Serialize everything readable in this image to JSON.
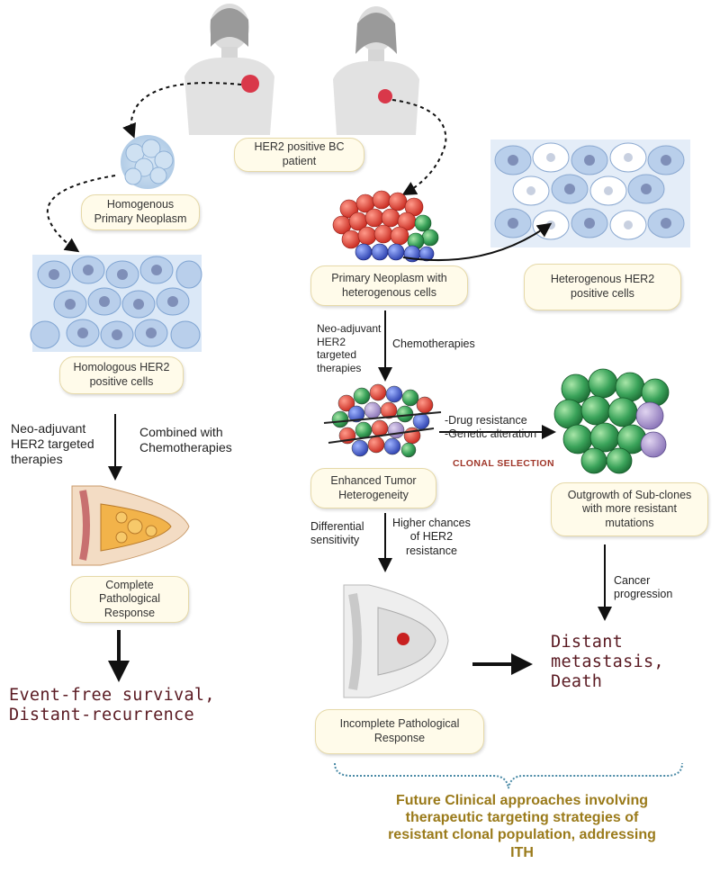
{
  "patient_label": "HER2 positive BC\npatient",
  "left": {
    "homogenous_neoplasm": "Homogenous\nPrimary Neoplasm",
    "homologous_cells": "Homologous HER2\npositive cells",
    "neoadjuvant_label": "Neo-adjuvant\nHER2 targeted\ntherapies",
    "combined_label": "Combined with\nChemotherapies",
    "complete_response": "Complete\nPathological\nResponse",
    "outcome": "Event-free survival,\nDistant-recurrence"
  },
  "right": {
    "primary_heterogenous": "Primary Neoplasm with\nheterogenous cells",
    "heterogenous_cells": "Heterogenous HER2\npositive cells",
    "neoadjuvant_label": "Neo-adjuvant\nHER2\ntargeted\ntherapies",
    "chemo_label": "Chemotherapies",
    "drug_resistance": "-Drug resistance\n-Genetic alteration",
    "clonal_selection": "CLONAL SELECTION",
    "enhanced_heterogeneity": "Enhanced Tumor\nHeterogeneity",
    "outgrowth": "Outgrowth of Sub-clones\nwith more resistant\nmutations",
    "differential_label": "Differential\nsensitivity",
    "higher_chances_label": "Higher chances\nof HER2\nresistance",
    "cancer_progression_label": "Cancer\nprogression",
    "incomplete_response": "Incomplete Pathological\nResponse",
    "outcome": "Distant\nmetastasis,\nDeath"
  },
  "future": "Future Clinical approaches  involving\ntherapeutic targeting strategies of\nresistant clonal population, addressing\nITH",
  "colors": {
    "box_fill": "#fffbea",
    "box_border": "#e6d9a8",
    "outcome_text": "#5a1a22",
    "clonal_text": "#a0372a",
    "future_text": "#9a7a1a",
    "cell_blue": "#c9d9ef"
  }
}
